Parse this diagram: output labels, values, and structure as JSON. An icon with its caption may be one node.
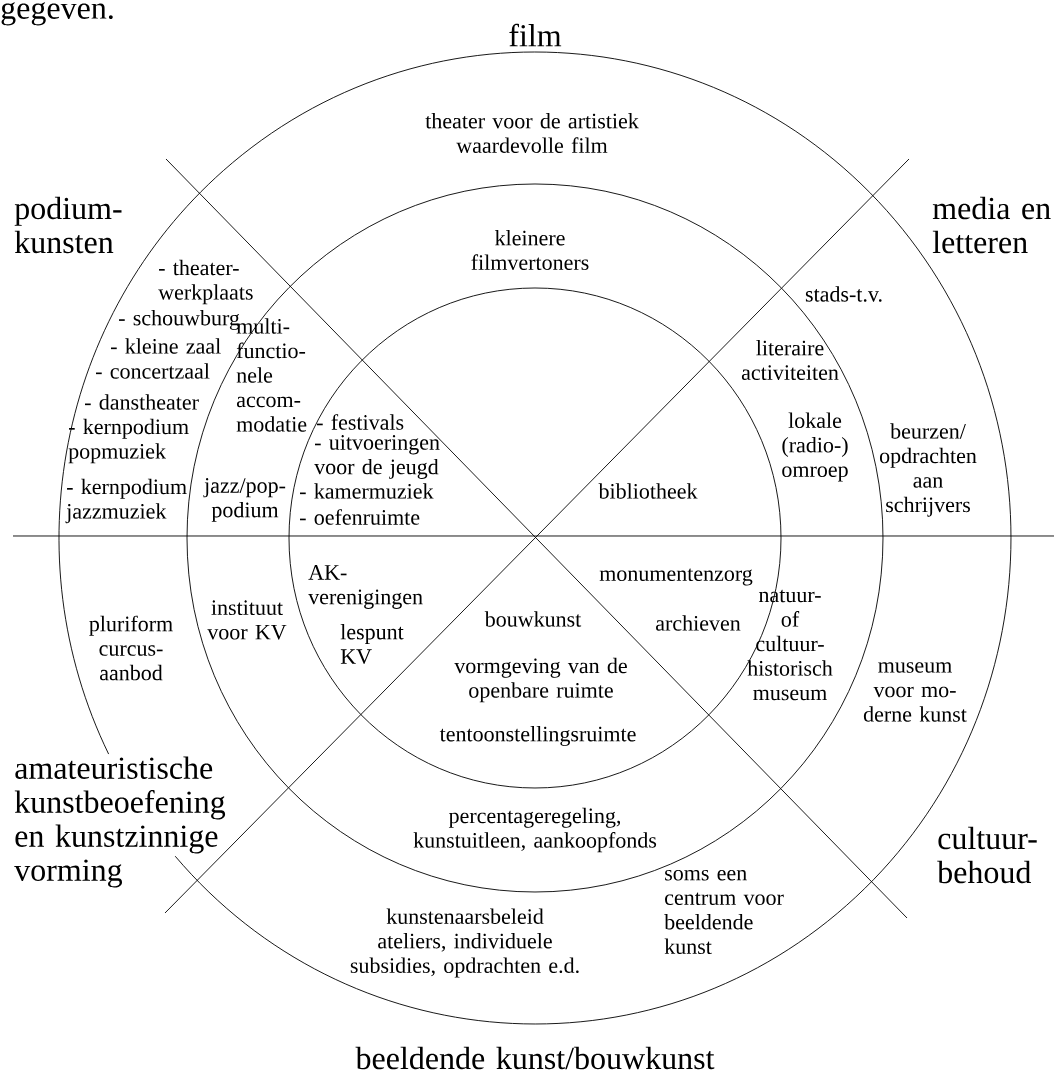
{
  "diagram": {
    "labels": [
      "gegeven.",
      "film",
      "podium- kunsten",
      "media en letteren",
      "amateuristische kunstbeoefening en kunstzinnige vorming",
      "cultuur- behoud",
      "beeldende kunst/bouwkunst",
      "theater voor de artistiek waardevolle film",
      "kleinere filmvertoners",
      "- theater- werkplaats",
      "- schouwburg",
      "- kleine zaal",
      "- concertzaal",
      "- danstheater",
      "- kernpodium popmuziek",
      "- kernpodium jazzmuziek",
      "multi- functio- nele accom- modatie",
      "jazz/pop- podium",
      "- festivals",
      "- uitvoeringen voor de jeugd",
      "- kamermuziek",
      "- oefenruimte",
      "bibliotheek",
      "stads-t.v.",
      "literaire activiteiten",
      "lokale (radio-) omroep",
      "beurzen/ opdrachten aan schrijvers",
      "pluriform curcus- aanbod",
      "instituut voor KV",
      "AK- verenigingen",
      "lespunt KV",
      "bouwkunst",
      "vormgeving van de openbare ruimte",
      "tentoonstellingsruimte",
      "monumentenzorg",
      "archieven",
      "natuur- of cultuur- historisch museum",
      "museum voor mo- derne kunst",
      "percentageregeling, kunstuitleen, aankoopfonds",
      "soms een centrum voor beeldende kunst",
      "kunstenaarsbeleid ateliers, individuele subsidies, opdrachten e.d."
    ]
  }
}
